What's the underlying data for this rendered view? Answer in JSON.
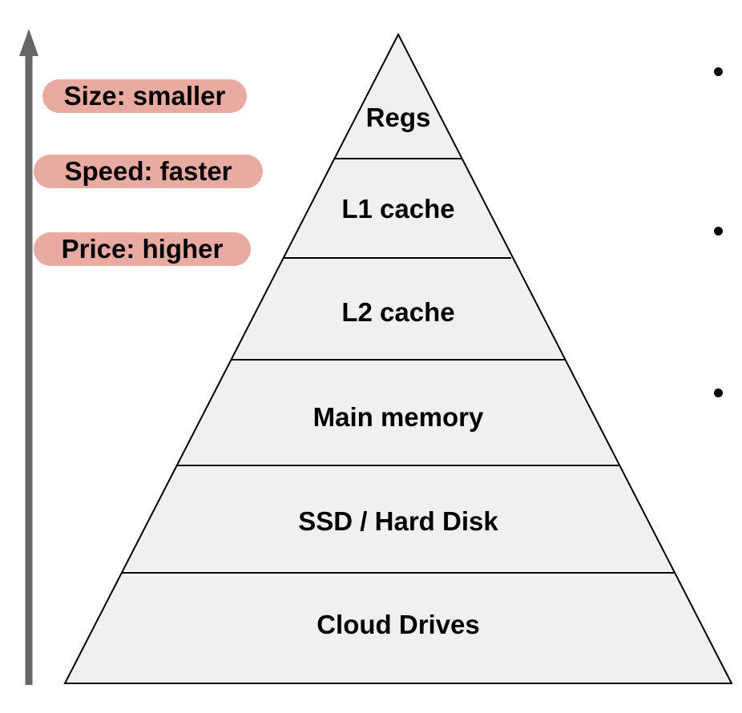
{
  "axis": {
    "arrow_color": "#666666",
    "labels": [
      {
        "text": "Size: smaller"
      },
      {
        "text": "Speed: faster"
      },
      {
        "text": "Price: higher"
      }
    ],
    "pill_color": "#e9aaa2"
  },
  "pyramid": {
    "fill_color": "#f0f0f0",
    "line_color": "#000000",
    "layers": [
      {
        "label": "Regs"
      },
      {
        "label": "L1 cache"
      },
      {
        "label": "L2 cache"
      },
      {
        "label": "Main memory"
      },
      {
        "label": "SSD / Hard Disk"
      },
      {
        "label": "Cloud Drives"
      }
    ]
  }
}
